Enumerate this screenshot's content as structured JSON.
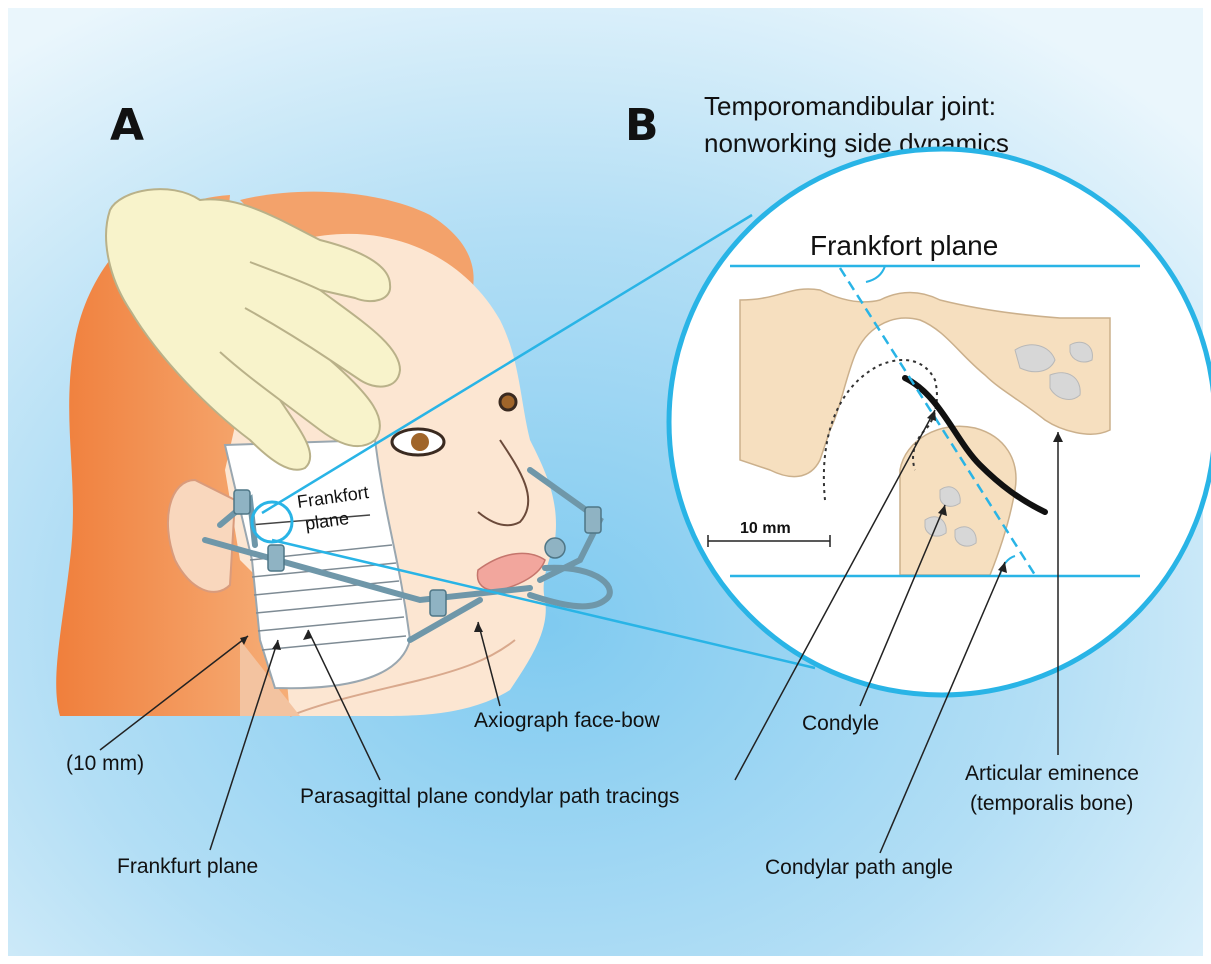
{
  "panels": {
    "a_letter": "A",
    "b_letter": "B"
  },
  "panel_b_title": [
    "Temporomandibular joint:",
    "nonworking side dynamics"
  ],
  "zoom": {
    "frankfort_plane": "Frankfort plane",
    "scale_bar": "10 mm"
  },
  "face_card": {
    "line1": "Frankfort",
    "line2": "plane"
  },
  "labels": {
    "ten_mm": "(10 mm)",
    "axiograph": "Axiograph face-bow",
    "parasagittal": "Parasagittal plane condylar path tracings",
    "frankfurt": "Frankfurt plane",
    "condyle": "Condyle",
    "articular_1": "Articular eminence",
    "articular_2": "(temporalis bone)",
    "condylar_angle": "Condylar path angle"
  },
  "colors": {
    "background_top": "#cfe8f6",
    "background_mid": "#8fd0f2",
    "accent": "#29b4e6",
    "skin": "#fbe3cc",
    "hair": "#f0955b",
    "glove": "#f7f2c9",
    "bone": "#f6dfbf"
  }
}
